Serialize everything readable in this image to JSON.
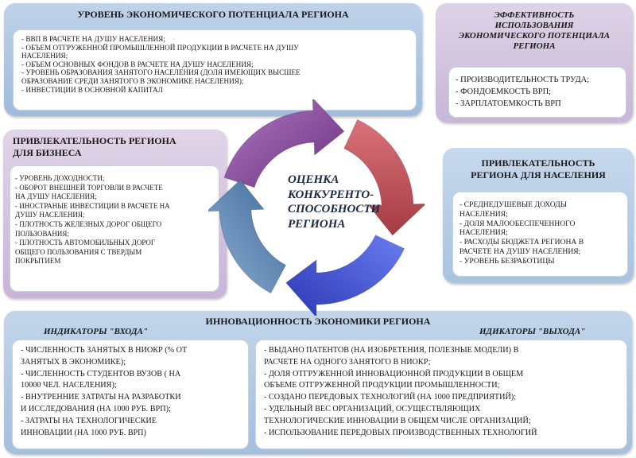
{
  "econ": {
    "title": "УРОВЕНЬ ЭКОНОМИЧЕСКОГО ПОТЕНЦИАЛА РЕГИОНА",
    "items": [
      "- ВВП В РАСЧЕТЕ НА ДУШУ НАСЕЛЕНИЯ;",
      "- ОБЪЕМ ОТГРУЖЕННОЙ ПРОМЫШЛЕННОЙ ПРОДУКЦИИ В РАСЧЕТЕ НА ДУШУ",
      "НАСЕЛЕНИЯ;",
      "- ОБЪЕМ ОСНОВНЫХ ФОНДОВ В РАСЧЕТЕ НА ДУШУ НАСЕЛЕНИЯ;",
      "- УРОВЕНЬ ОБРАЗОВАНИЯ ЗАНЯТОГО НАСЕЛЕНИЯ (ДОЛЯ ИМЕЮЩИХ ВЫСШЕЕ",
      "ОБРАЗОВАНИЕ СРЕДИ ЗАНЯТОГО В ЭКОНОМИКЕ НАСЕЛЕНИЯ);",
      "- ИНВЕСТИЦИИ В ОСНОВНОЙ КАПИТАЛ"
    ]
  },
  "efficiency": {
    "title_lines": [
      "ЭФФЕКТИВНОСТЬ",
      "ИСПОЛЬЗОВАНИЯ",
      "ЭКОНОМИЧЕСКОГО ПОТЕНЦИАЛА",
      "РЕГИОНА"
    ],
    "items": [
      "- ПРОИЗВОДИТЕЛЬНОСТЬ ТРУДА;",
      "- ФОНДОЕМКОСТЬ ВРП;",
      "- ЗАРПЛАТОЕМКОСТЬ ВРП"
    ]
  },
  "business": {
    "title_lines": [
      "ПРИВЛЕКАТЕЛЬНОСТЬ РЕГИОНА",
      "ДЛЯ БИЗНЕСА"
    ],
    "items": [
      "- УРОВЕНЬ ДОХОДНОСТИ;",
      "- ОБОРОТ ВНЕШНЕЙ ТОРГОВЛИ В РАСЧЕТЕ",
      "НА ДУШУ НАСЕЛЕНИЯ;",
      "- ИНОСТРАНЫЕ ИНВЕСТИЦИИ В РАСЧЕТЕ НА",
      "ДУШУ НАСЕЛЕНИЯ;",
      "- ПЛОТНОСТЬ ЖЕЛЕЗНЫХ ДОРОГ ОБЩЕГО",
      "ПОЛЬЗОВАНИЯ;",
      "- ПЛОТНОСТЬ АВТОМОБИЛЬНЫХ ДОРОГ",
      "ОБЩЕГО ПОЛЬЗОВАНИЯ С ТВЕРДЫМ",
      "ПОКРЫТИЕМ"
    ]
  },
  "population": {
    "title_lines": [
      "ПРИВЛЕКАТЕЛЬНОСТЬ",
      "РЕГИОНА ДЛЯ НАСЕЛЕНИЯ"
    ],
    "items": [
      "- СРЕДНЕДУШЕВЫЕ ДОХОДЫ",
      "НАСЕЛЕНИЯ;",
      "- ДОЛЯ МАЛООБЕСПЕЧЕННОГО",
      "НАСЕЛЕНИЯ;",
      "- РАСХОДЫ БЮДЖЕТА РЕГИОНА В",
      "РАСЧЕТЕ НА ДУШУ НАСЕЛЕНИЯ;",
      "- УРОВЕНЬ БЕЗРАБОТИЦЫ"
    ]
  },
  "center": {
    "lines": [
      "ОЦЕНКА",
      "КОНКУРЕНТО-",
      "СПОСОБНОСТИ",
      "РЕГИОНА"
    ]
  },
  "innovation": {
    "title": "ИННОВАЦИОННОСТЬ ЭКОНОМИКИ РЕГИОНА",
    "input_label": "ИНДИКАТОРЫ \"ВХОДА\"",
    "output_label": "ИДИКАТОРЫ \"ВЫХОДА\"",
    "input_items": [
      "- ЧИСЛЕННОСТЬ ЗАНЯТЫХ В НИОКР (% ОТ",
      "ЗАНЯТЫХ В ЭКОНОМИКЕ);",
      "- ЧИСЛЕННОСТЬ СТУДЕНТОВ ВУЗОВ ( НА",
      "10000 ЧЕЛ. НАСЕЛЕНИЯ);",
      "- ВНУТРЕННИЕ ЗАТРАТЫ НА РАЗРАБОТКИ",
      "И ИССЛЕДОВАНИЯ (НА 1000 РУБ. ВРП);",
      "- ЗАТРАТЫ НА ТЕХНОЛОГИЧЕСКИЕ",
      "ИННОВАЦИИ (НА 1000 РУБ. ВРП)"
    ],
    "output_items": [
      "- ВЫДАНО ПАТЕНТОВ (НА ИЗОБРЕТЕНИЯ, ПОЛЕЗНЫЕ МОДЕЛИ) В",
      "РАСЧЕТЕ НА ОДНОГО ЗАНЯТОГО В НИОКР;",
      "- ДОЛЯ ОТГРУЖЕННОЙ ИННОВАЦИОННОЙ ПРОДУКЦИИ В ОБЩЕМ",
      "ОБЪЕМЕ ОТГРУЖЕННОЙ ПРОДУКЦИИ ПРОМЫШЛЕННОСТИ;",
      "- СОЗДАНО ПЕРЕДОВЫХ ТЕХНОЛОГИЙ (НА 1000 ПРЕДПРИЯТИЙ);",
      "- УДЕЛЬНЫЙ ВЕС ОРГАНИЗАЦИЙ, ОСУЩЕСТВЛЯЮЩИХ",
      "ТЕХНОЛОГИЧЕСКИЕ ИННОВАЦИИ В ОБЩЕМ ЧИСЛЕ ОРГАНИЗАЦИЙ;",
      "- ИСПОЛЬЗОВАНИЕ ПЕРЕДОВЫХ ПРОИЗВОДСТВЕННЫХ ТЕХНОЛОГИЙ"
    ]
  },
  "colors": {
    "arrow_purple": "#7a3f8c",
    "arrow_red": "#b6474d",
    "arrow_blue": "#3c4fc4",
    "arrow_steel": "#4f79a8"
  }
}
